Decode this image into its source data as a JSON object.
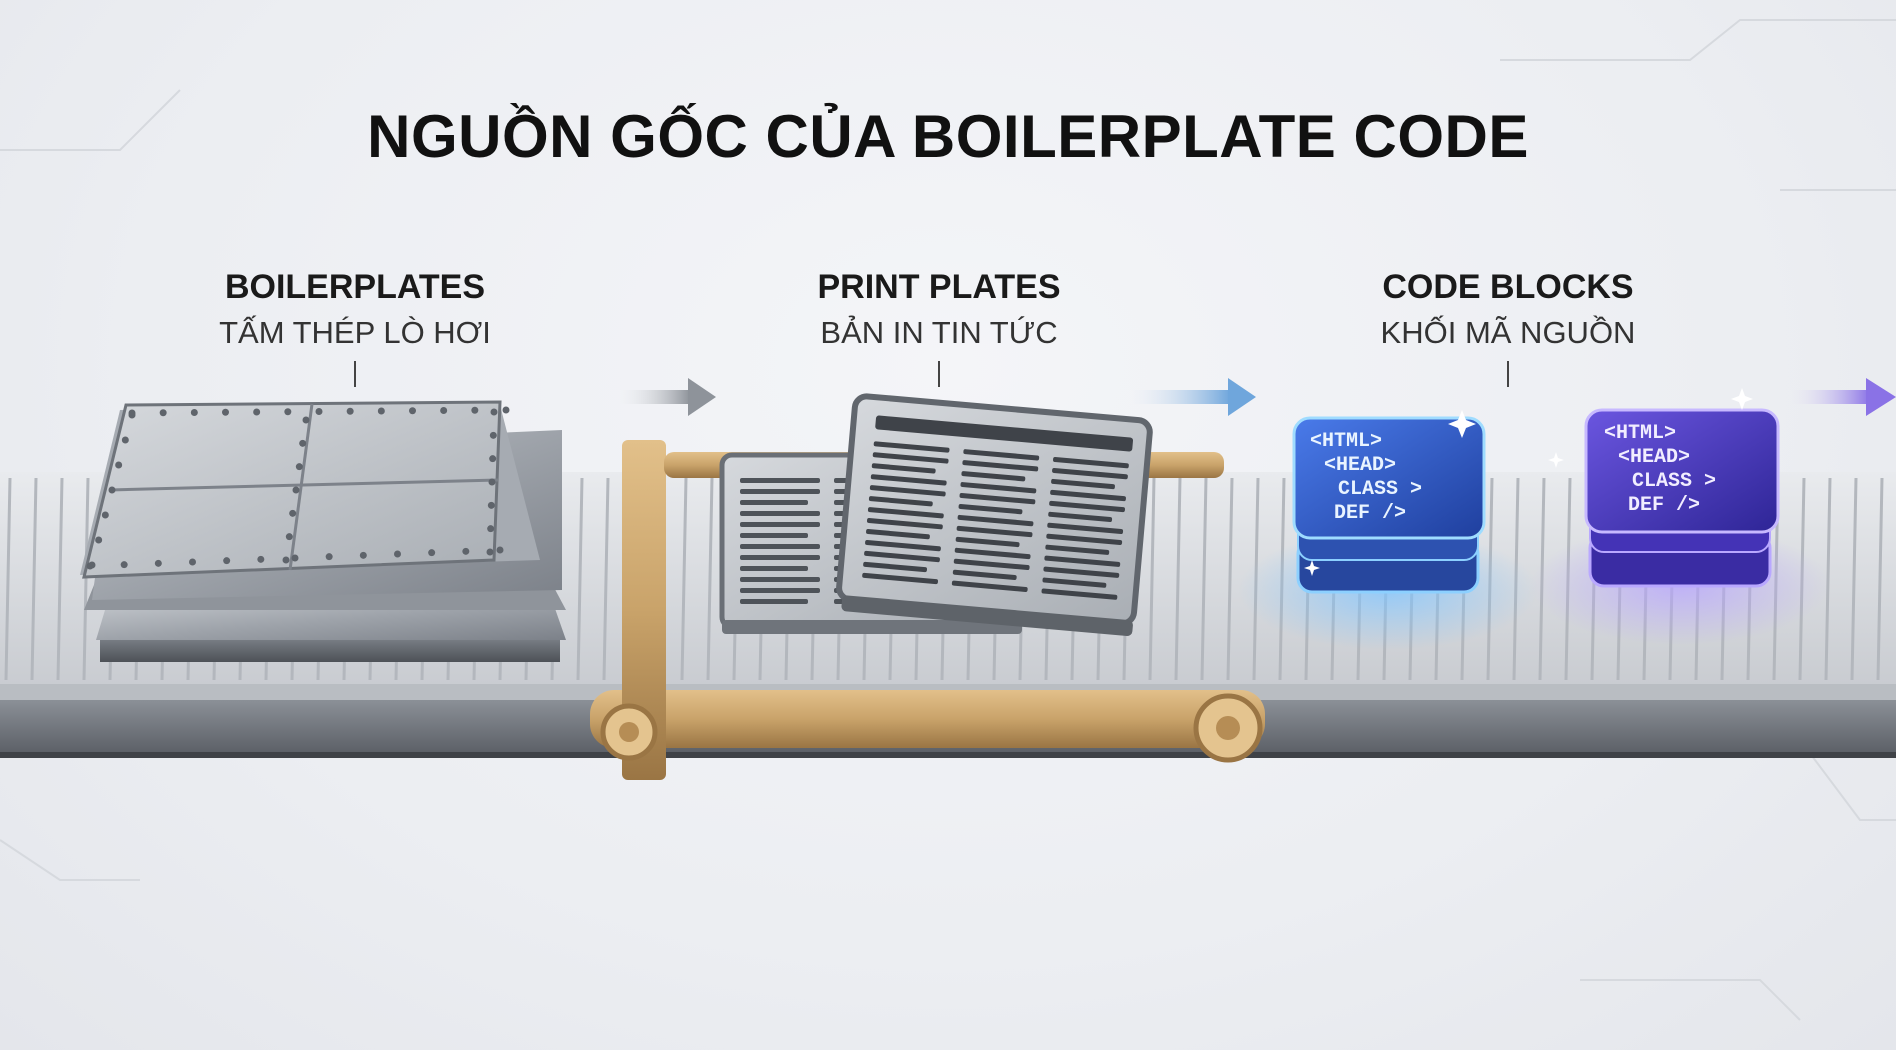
{
  "title": "NGUỒN GỐC CỦA BOILERPLATE CODE",
  "stages": [
    {
      "en": "BOILERPLATES",
      "vi": "TẤM THÉP LÒ HƠI"
    },
    {
      "en": "PRINT PLATES",
      "vi": "BẢN IN TIN TỨC"
    },
    {
      "en": "CODE BLOCKS",
      "vi": "KHỐI MÃ NGUỒN"
    }
  ],
  "code_block_lines": [
    "<HTML>",
    "<HEAD>",
    "CLASS >",
    "DEF />"
  ],
  "colors": {
    "steel": "#9ea3aa",
    "brass": "#c9a36a",
    "code_blue": "#2f5fd6",
    "code_purple": "#5a3fd0"
  }
}
